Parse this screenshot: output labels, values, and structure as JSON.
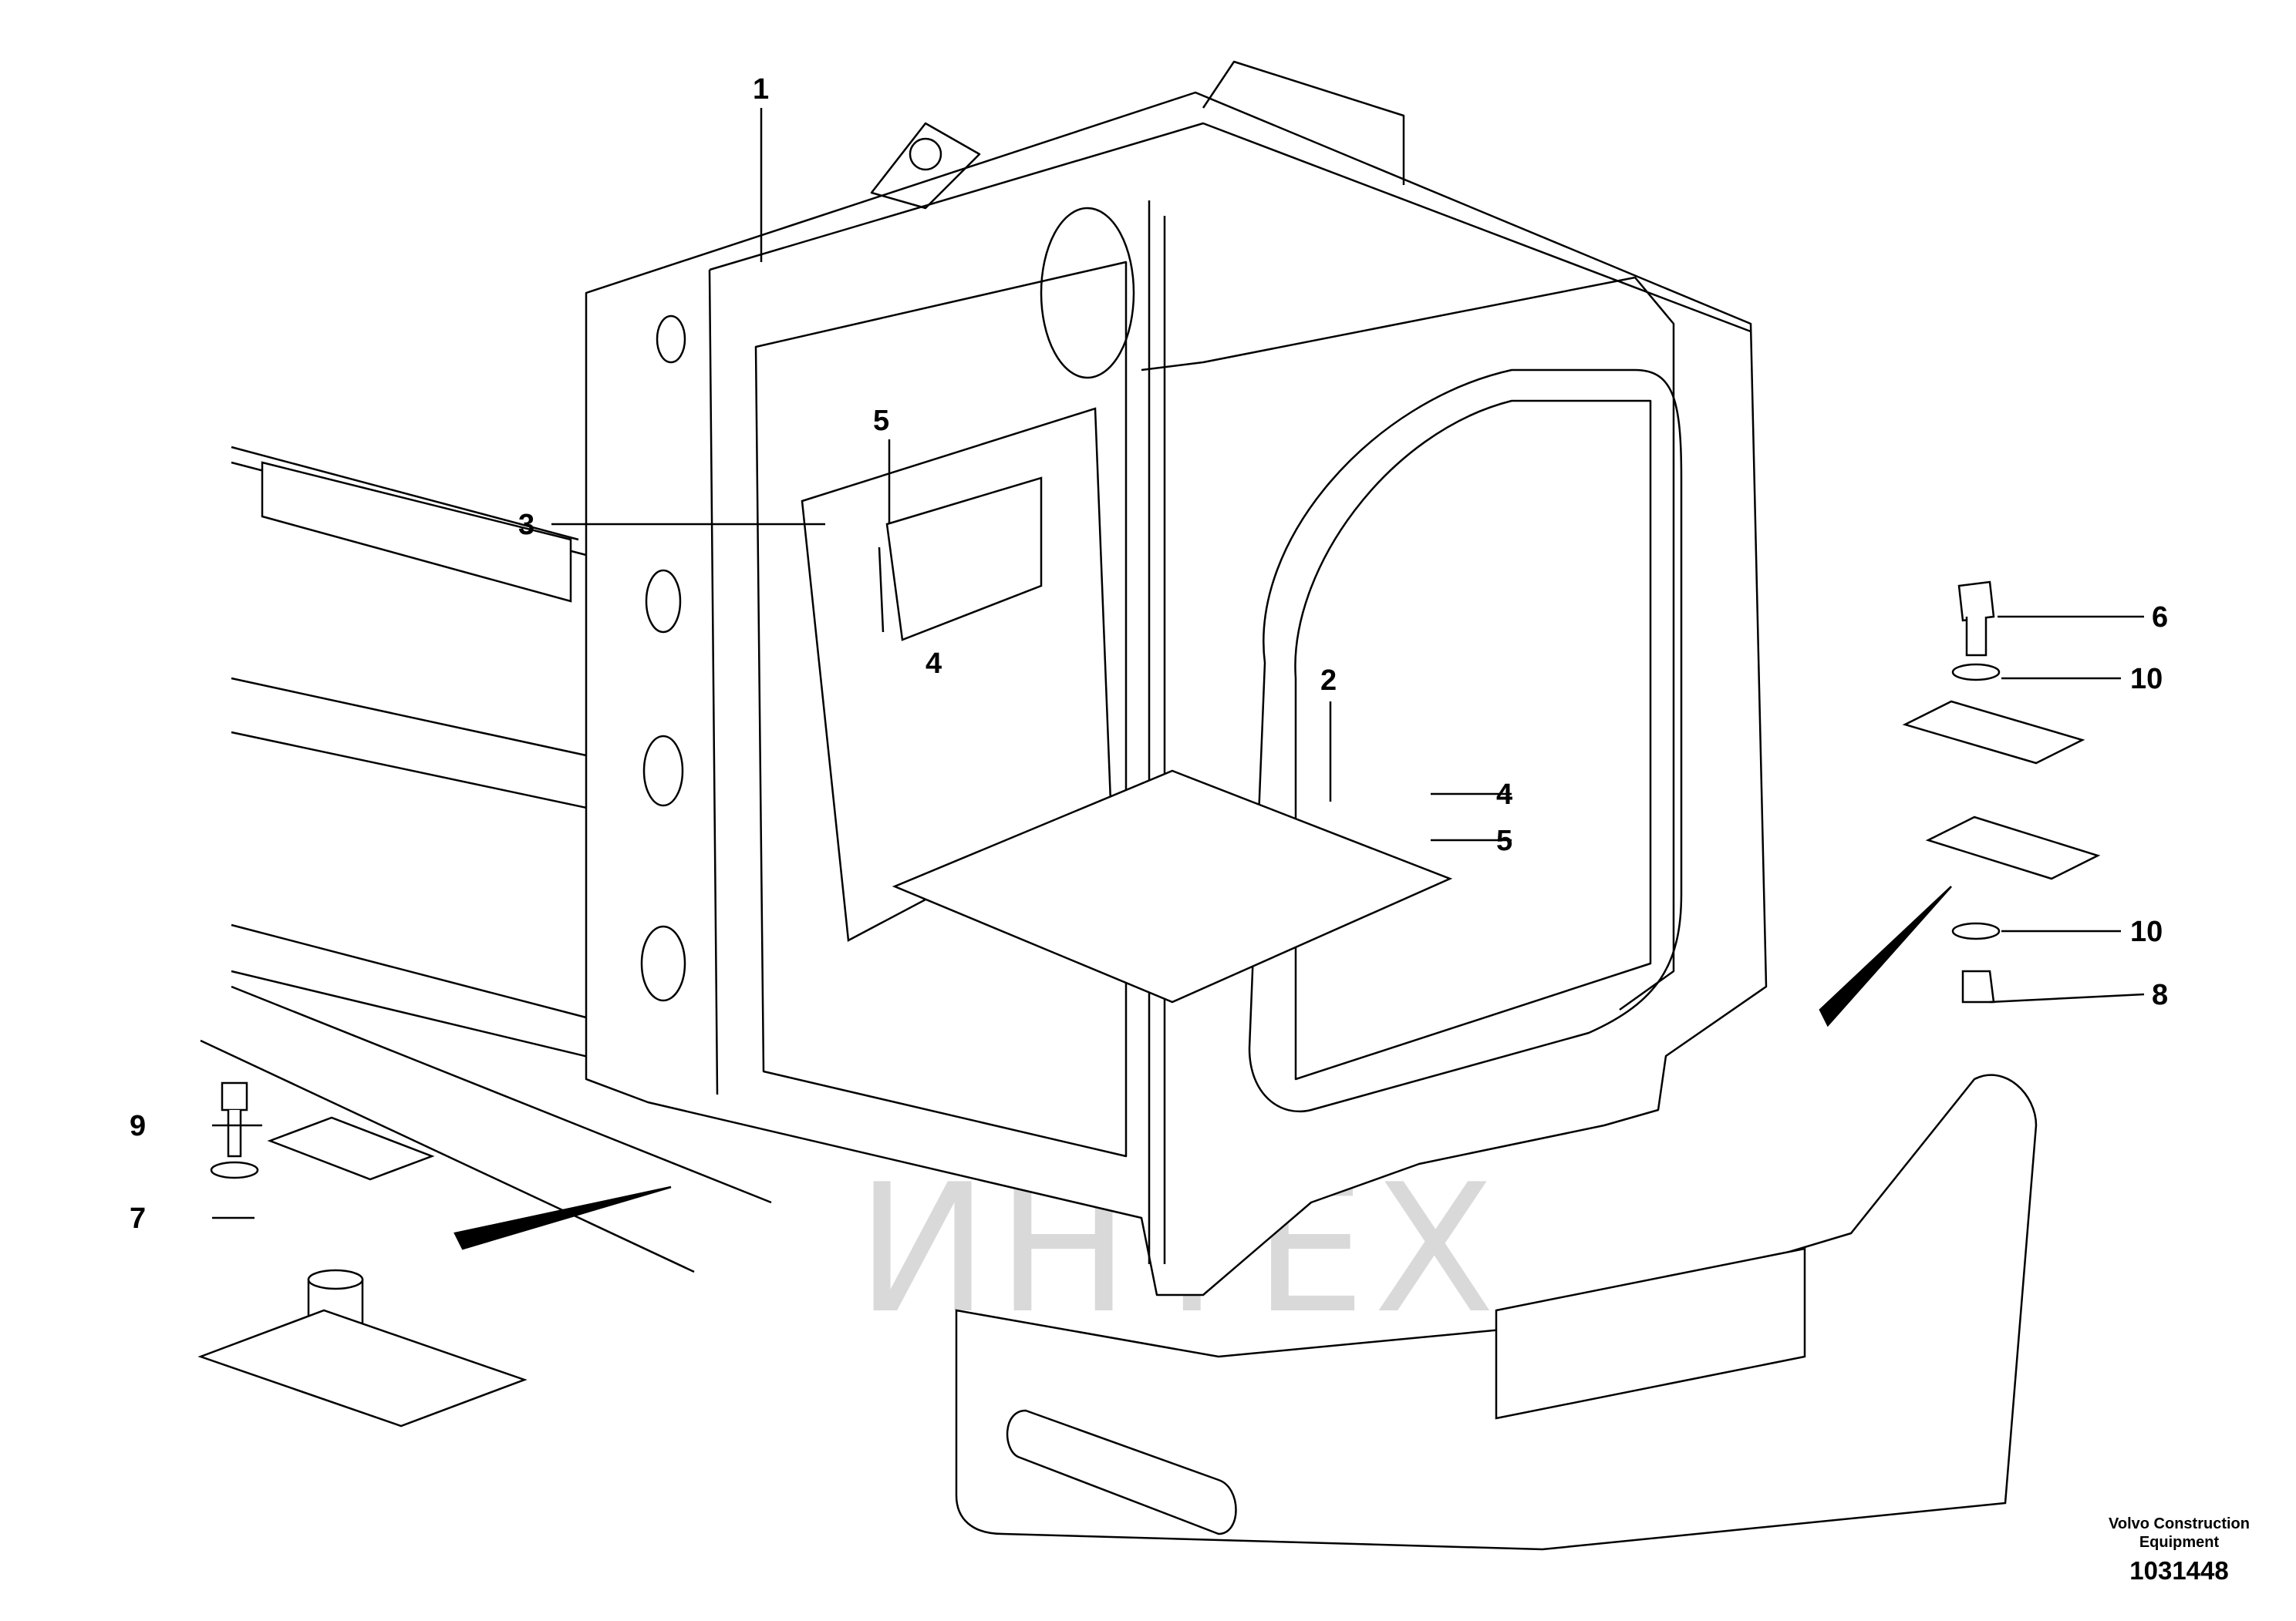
{
  "watermark": {
    "text": "ИНТЕХ",
    "logo": "gear-logo-icon",
    "logo_color": "#f7b5b5"
  },
  "callouts": [
    {
      "id": "c1",
      "number": "1"
    },
    {
      "id": "c2",
      "number": "2"
    },
    {
      "id": "c3",
      "number": "3"
    },
    {
      "id": "c4a",
      "number": "4"
    },
    {
      "id": "c4b",
      "number": "4"
    },
    {
      "id": "c5a",
      "number": "5"
    },
    {
      "id": "c5b",
      "number": "5"
    },
    {
      "id": "c6",
      "number": "6"
    },
    {
      "id": "c7",
      "number": "7"
    },
    {
      "id": "c8",
      "number": "8"
    },
    {
      "id": "c9",
      "number": "9"
    },
    {
      "id": "c10a",
      "number": "10"
    },
    {
      "id": "c10b",
      "number": "10"
    }
  ],
  "caption": {
    "maker_line1": "Volvo Construction",
    "maker_line2": "Equipment",
    "reference": "1031448"
  }
}
